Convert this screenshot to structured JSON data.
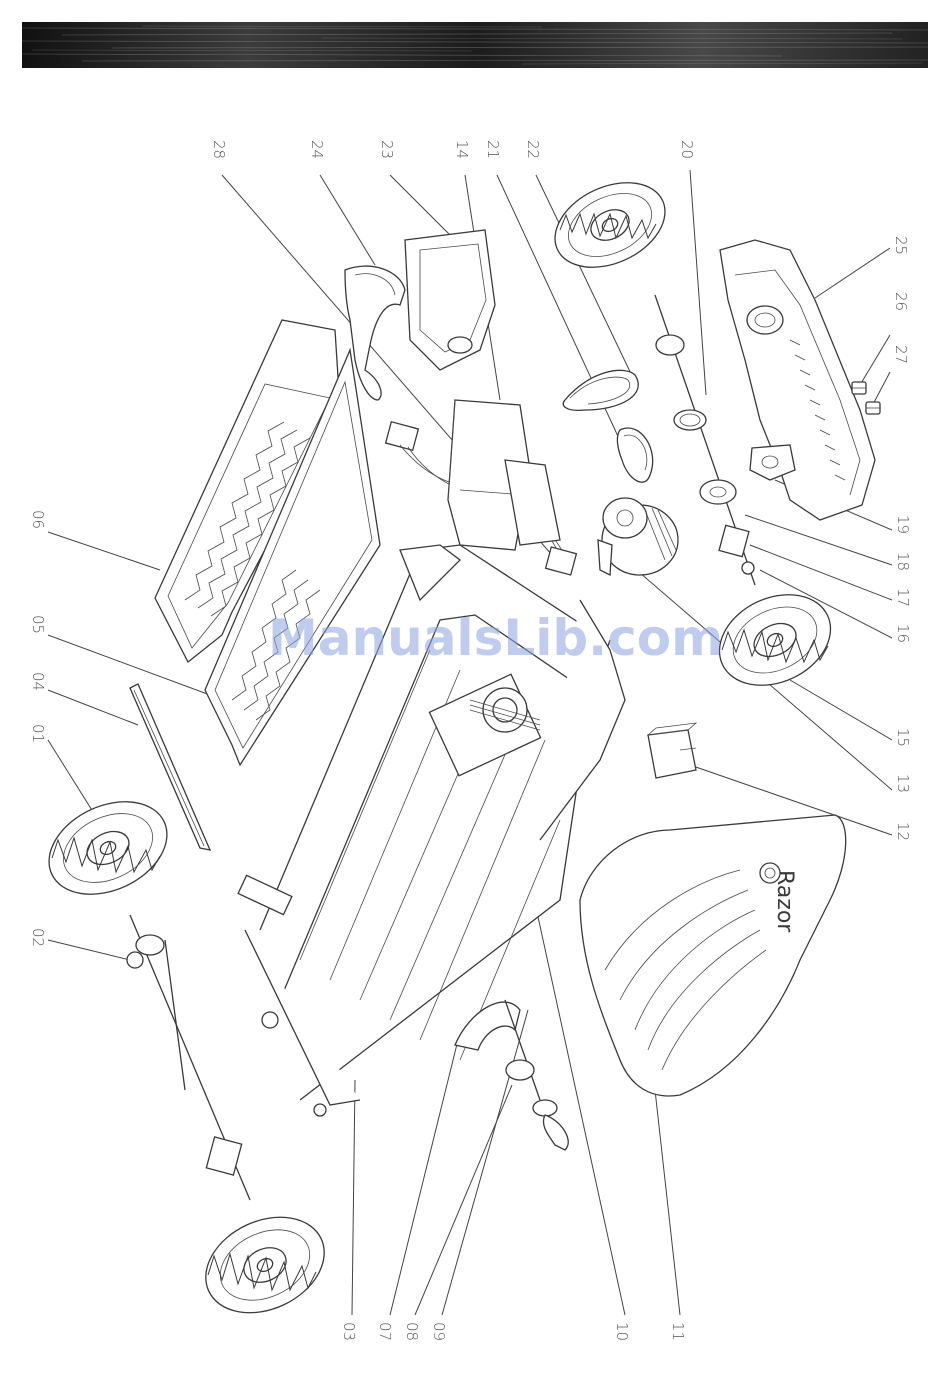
{
  "watermark": "ManualsLib.com",
  "brand_logo_text": "Razor",
  "part_labels": [
    {
      "id": "p01",
      "text": "01"
    },
    {
      "id": "p02",
      "text": "02"
    },
    {
      "id": "p03",
      "text": "03"
    },
    {
      "id": "p04",
      "text": "04"
    },
    {
      "id": "p05",
      "text": "05"
    },
    {
      "id": "p06",
      "text": "06"
    },
    {
      "id": "p07",
      "text": "07"
    },
    {
      "id": "p08",
      "text": "08"
    },
    {
      "id": "p09",
      "text": "09"
    },
    {
      "id": "p10",
      "text": "10"
    },
    {
      "id": "p11",
      "text": "11"
    },
    {
      "id": "p12",
      "text": "12"
    },
    {
      "id": "p13",
      "text": "13"
    },
    {
      "id": "p14",
      "text": "14"
    },
    {
      "id": "p15",
      "text": "15"
    },
    {
      "id": "p16",
      "text": "16"
    },
    {
      "id": "p17",
      "text": "17"
    },
    {
      "id": "p18",
      "text": "18"
    },
    {
      "id": "p19",
      "text": "19"
    },
    {
      "id": "p20",
      "text": "20"
    },
    {
      "id": "p21",
      "text": "21"
    },
    {
      "id": "p22",
      "text": "22"
    },
    {
      "id": "p23",
      "text": "23"
    },
    {
      "id": "p24",
      "text": "24"
    },
    {
      "id": "p25",
      "text": "25"
    },
    {
      "id": "p26",
      "text": "26"
    },
    {
      "id": "p27",
      "text": "27"
    },
    {
      "id": "p28",
      "text": "28"
    }
  ]
}
